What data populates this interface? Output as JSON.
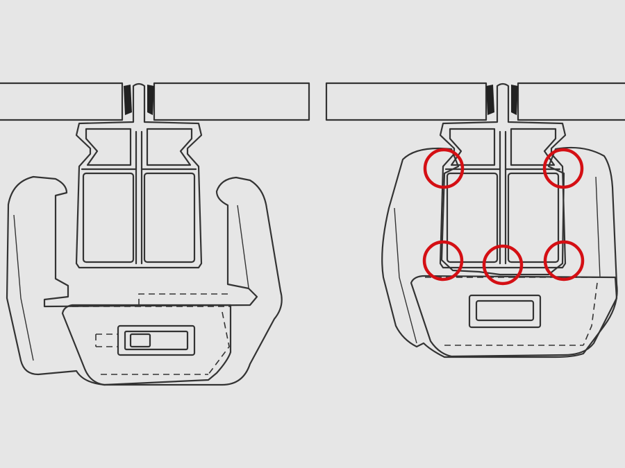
{
  "colors": {
    "background": "#e6e6e6",
    "clamp_fill": "#b5b5b5",
    "clamp_stroke": "#333333",
    "panel_fill": "#ffffff",
    "profile_fill": "#ffffff",
    "gasket": "#222222",
    "highlight": "#d40f14"
  },
  "panels": [
    {
      "state": "open"
    },
    {
      "state": "engaged"
    }
  ],
  "highlights": [
    {
      "panel": 2,
      "point": "upper-left"
    },
    {
      "panel": 2,
      "point": "upper-right"
    },
    {
      "panel": 2,
      "point": "lower-left"
    },
    {
      "panel": 2,
      "point": "lower-center"
    },
    {
      "panel": 2,
      "point": "lower-right"
    }
  ]
}
